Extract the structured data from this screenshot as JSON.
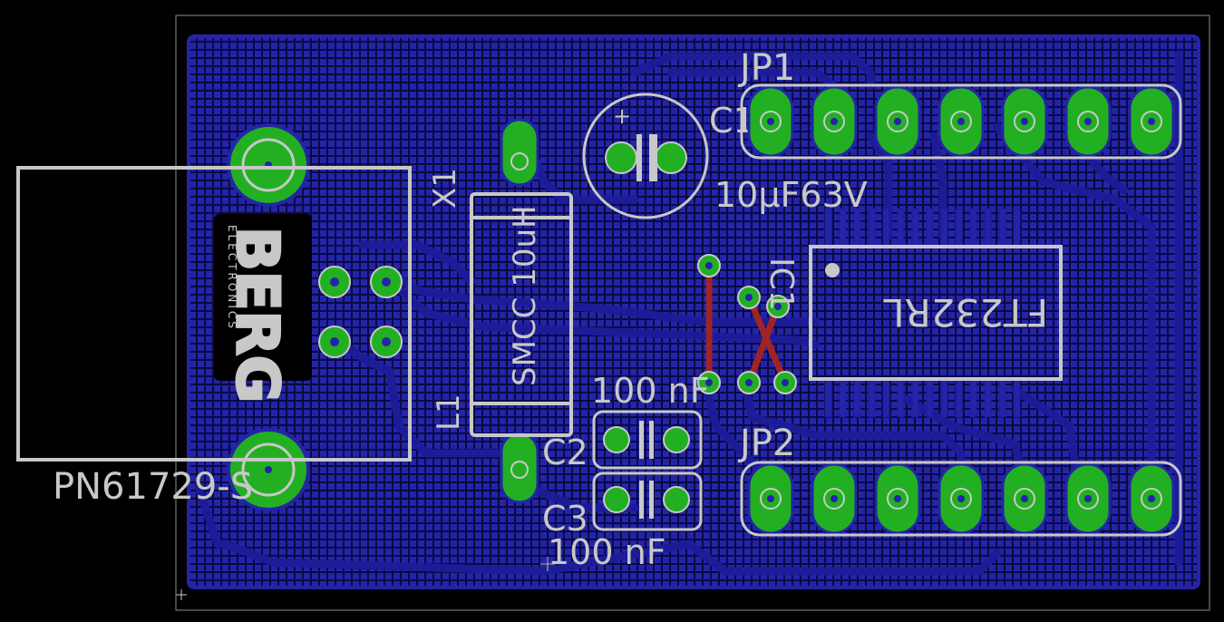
{
  "colors": {
    "background": "#000000",
    "copper": "#2424a8",
    "copper_trace": "#1c1c98",
    "grid": "#0a0a44",
    "pad": "#22b022",
    "pad_ring": "#c8c8c8",
    "silkscreen": "#c8c8c8",
    "top_trace": "#a02424",
    "outline": "#8c8c8c"
  },
  "labels": {
    "usb_connector": "PN61729-S",
    "crystal": "X1",
    "crystal_package": "SMCC 10uH",
    "inductor": "L1",
    "cap1": "C1",
    "cap1_value": "10µF63V",
    "cap2": "C2",
    "cap2_value": "100 nF",
    "cap3": "C3",
    "cap3_value": "100 nF",
    "header1": "JP1",
    "header2": "JP2",
    "ic_name": "IC1",
    "ic_part": "FT232RL",
    "logo_main": "BERG",
    "logo_sub": "ELECTRONICS",
    "polarity": "+"
  },
  "header_pins": 7,
  "icons": [
    "berg-electronics-logo"
  ]
}
